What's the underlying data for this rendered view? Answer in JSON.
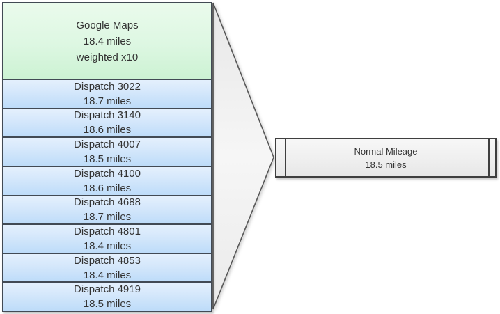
{
  "diagram": {
    "background_color": "#ffffff",
    "outline_color": "#424a54",
    "text_color": "#333333",
    "google_box": {
      "title": "Google Maps",
      "miles": "18.4 miles",
      "weight": "weighted x10",
      "fill_top": "#eafbec",
      "fill_bottom": "#ccf2d3"
    },
    "dispatch_boxes": [
      {
        "label": "Dispatch 3022",
        "miles": "18.7 miles"
      },
      {
        "label": "Dispatch 3140",
        "miles": "18.6 miles"
      },
      {
        "label": "Dispatch 4007",
        "miles": "18.5 miles"
      },
      {
        "label": "Dispatch 4100",
        "miles": "18.6 miles"
      },
      {
        "label": "Dispatch 4688",
        "miles": "18.7 miles"
      },
      {
        "label": "Dispatch 4801",
        "miles": "18.4 miles"
      },
      {
        "label": "Dispatch 4853",
        "miles": "18.4 miles"
      },
      {
        "label": "Dispatch 4919",
        "miles": "18.5 miles"
      }
    ],
    "dispatch_fill_top": "#e4f0fd",
    "dispatch_fill_bottom": "#bedcf9",
    "funnel_fill": "#f0f0f0",
    "funnel_outline": "#575757",
    "result_box": {
      "title": "Normal Mileage",
      "miles": "18.5 miles",
      "fill_top": "#f7f7f7",
      "fill_bottom": "#e7e7e7"
    }
  }
}
